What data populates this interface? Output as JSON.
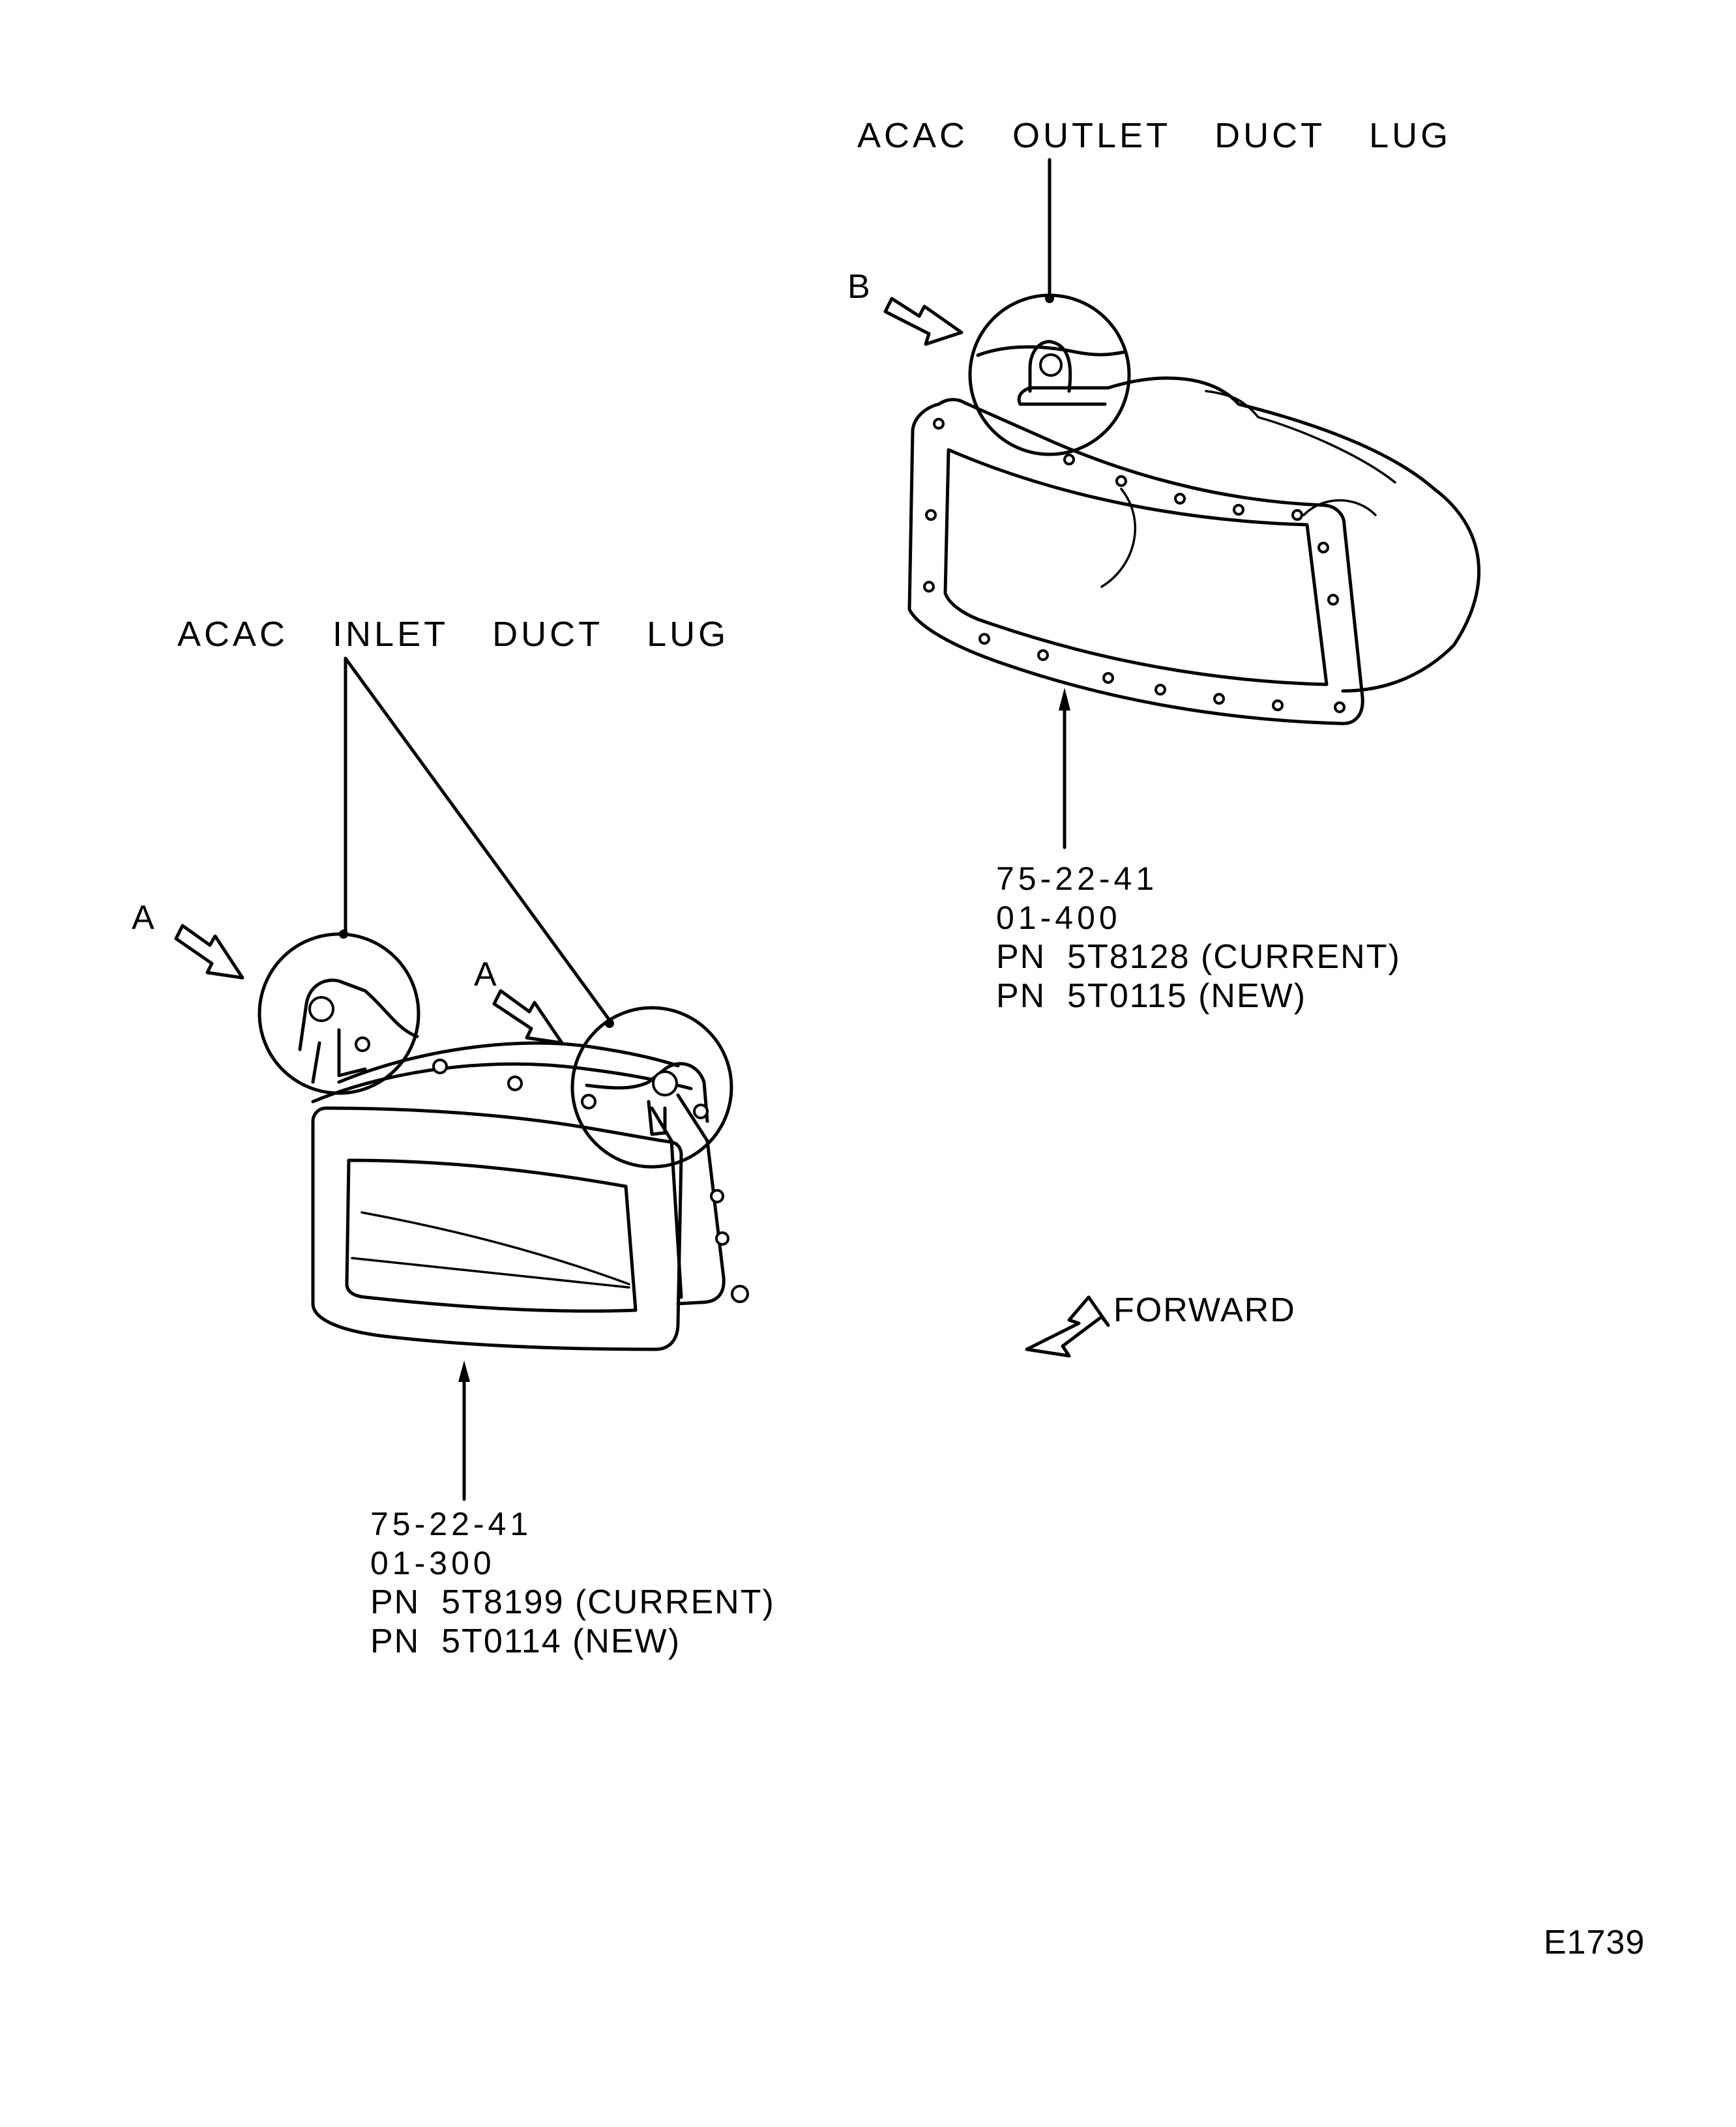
{
  "callouts": {
    "outlet_lug": "ACAC  OUTLET  DUCT  LUG",
    "inlet_lug": "ACAC  INLET  DUCT  LUG",
    "view_b": "B",
    "view_a_left": "A",
    "view_a_right": "A",
    "forward": "FORWARD"
  },
  "parts": {
    "outlet_duct": {
      "ref": "75-22-41",
      "item": "01-400",
      "pn_current": "PN  5T8128 (CURRENT)",
      "pn_new": "PN  5T0115 (NEW)"
    },
    "inlet_duct": {
      "ref": "75-22-41",
      "item": "01-300",
      "pn_current": "PN  5T8199 (CURRENT)",
      "pn_new": "PN  5T0114 (NEW)"
    }
  },
  "figure_id": "E1739"
}
